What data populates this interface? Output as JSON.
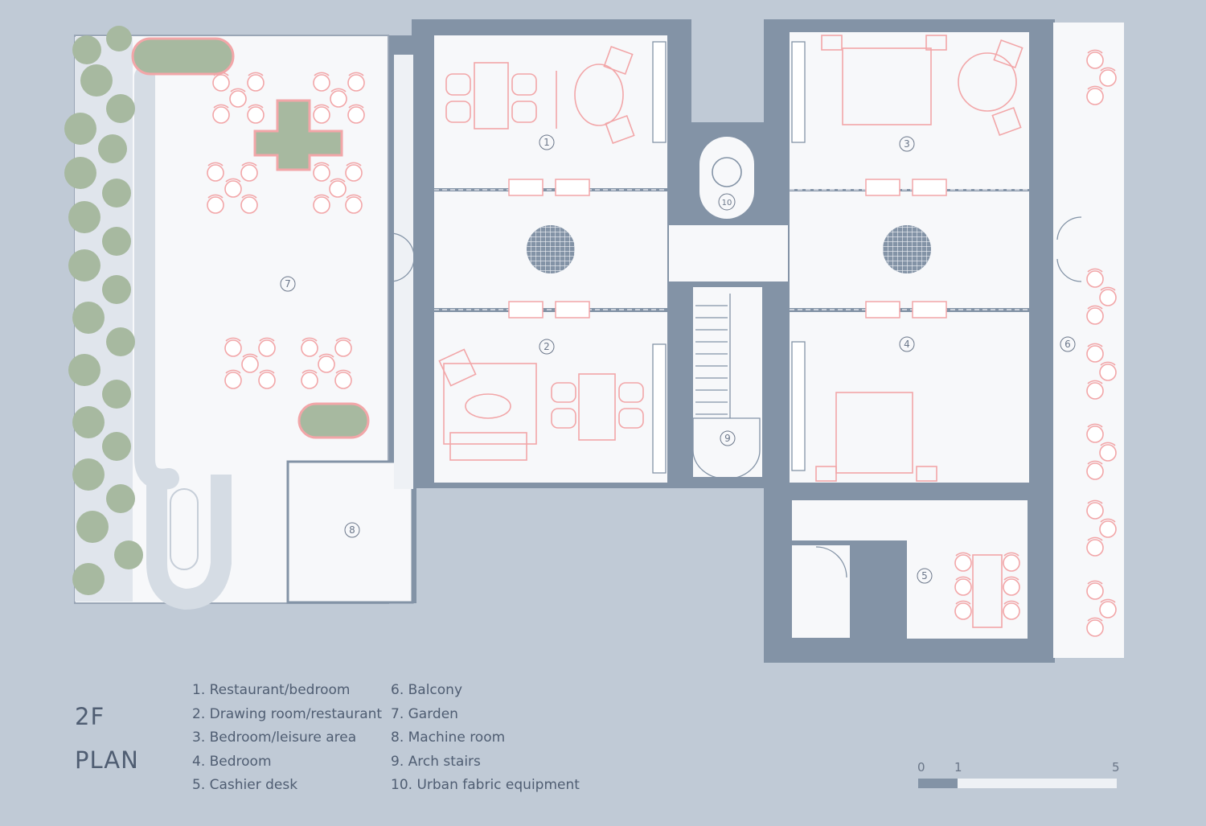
{
  "title_line1": "2F",
  "title_line2": "PLAN",
  "legend_col1": [
    "1. Restaurant/bedroom",
    "2. Drawing room/restaurant",
    "3. Bedroom/leisure area",
    "4. Bedroom",
    "5. Cashier desk"
  ],
  "legend_col2": [
    "6. Balcony",
    "7. Garden",
    "8. Machine room",
    "9. Arch stairs",
    "10. Urban fabric equipment"
  ],
  "rooms": [
    {
      "num": "1"
    },
    {
      "num": "2"
    },
    {
      "num": "3"
    },
    {
      "num": "4"
    },
    {
      "num": "5"
    },
    {
      "num": "6"
    },
    {
      "num": "7"
    },
    {
      "num": "8"
    },
    {
      "num": "9"
    },
    {
      "num": "10"
    }
  ],
  "scale": {
    "min": "0",
    "mid": "1",
    "max": "5"
  },
  "colors": {
    "background": "#c0cad6",
    "wall": "#8393a6",
    "floor": "#f7f8fa",
    "furniture": "#f2a6a8",
    "plant": "#a7b9a0",
    "text": "#4f5d72"
  }
}
